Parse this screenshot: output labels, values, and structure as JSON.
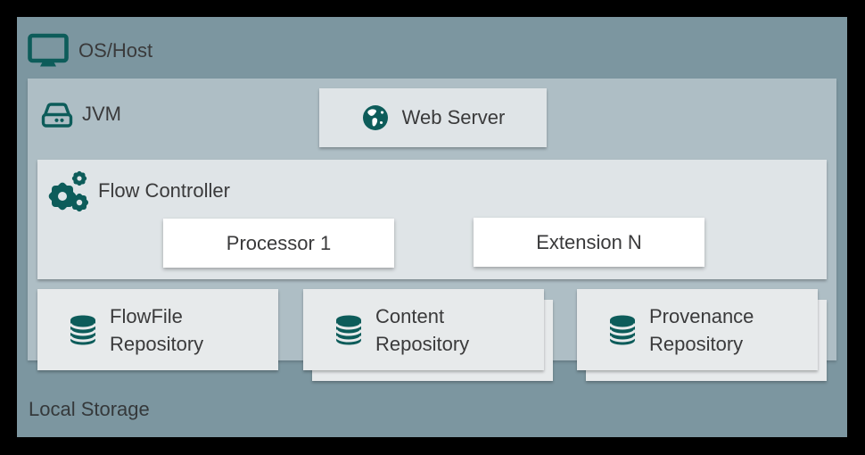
{
  "diagram": {
    "os_host": {
      "label": "OS/Host",
      "icon": "monitor-icon"
    },
    "jvm": {
      "label": "JVM",
      "icon": "drive-icon"
    },
    "web_server": {
      "label": "Web Server",
      "icon": "globe-icon"
    },
    "flow_controller": {
      "label": "Flow Controller",
      "icon": "gears-icon",
      "children": [
        {
          "label": "Processor 1"
        },
        {
          "label": "Extension N"
        }
      ]
    },
    "repositories": [
      {
        "line1": "FlowFile",
        "line2": "Repository",
        "icon": "database-icon",
        "stacked": false
      },
      {
        "line1": "Content",
        "line2": "Repository",
        "icon": "database-icon",
        "stacked": true
      },
      {
        "line1": "Provenance",
        "line2": "Repository",
        "icon": "database-icon",
        "stacked": true
      }
    ],
    "local_storage": {
      "label": "Local Storage"
    },
    "colors": {
      "frame": "#000000",
      "os_host_bg": "#7c96a0",
      "jvm_bg": "#aebec5",
      "panel_bg": "#dfe4e7",
      "card_bg": "#e7eaeb",
      "white_box_bg": "#ffffff",
      "icon_teal": "#0d5c5a",
      "text": "#3a3a3b"
    }
  }
}
